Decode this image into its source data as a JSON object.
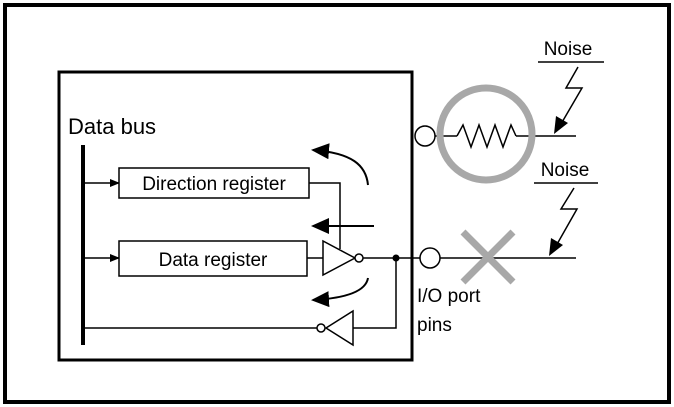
{
  "labels": {
    "data_bus": "Data bus",
    "direction_register": "Direction register",
    "data_register": "Data register",
    "io_port_line1": "I/O port",
    "io_port_line2": "pins",
    "noise_top": "Noise",
    "noise_bottom": "Noise"
  },
  "colors": {
    "line": "#000000",
    "highlight": "#a8a8a8",
    "background": "#ffffff"
  }
}
